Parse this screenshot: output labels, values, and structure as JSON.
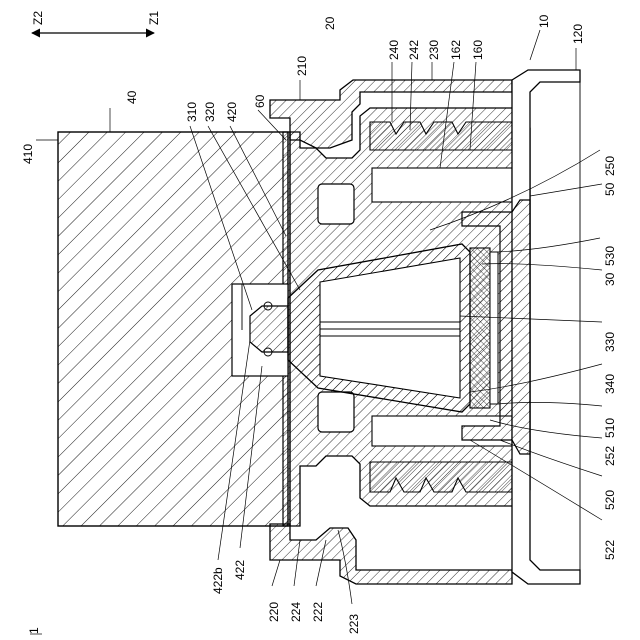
{
  "figure": {
    "figure_number": "1",
    "direction": {
      "left": "Z2",
      "right": "Z1"
    },
    "labels": {
      "l10": "10",
      "l20": "20",
      "l30": "30",
      "l40": "40",
      "l50": "50",
      "l60": "60",
      "l120": "120",
      "l160": "160",
      "l162": "162",
      "l210": "210",
      "l220": "220",
      "l222": "222",
      "l223": "223",
      "l224": "224",
      "l230": "230",
      "l240": "240",
      "l242": "242",
      "l250": "250",
      "l252": "252",
      "l310": "310",
      "l320": "320",
      "l330": "330",
      "l340": "340",
      "l410": "410",
      "l420": "420",
      "l422": "422",
      "l422b": "422b",
      "l510": "510",
      "l520": "520",
      "l522": "522",
      "l530": "530"
    }
  }
}
